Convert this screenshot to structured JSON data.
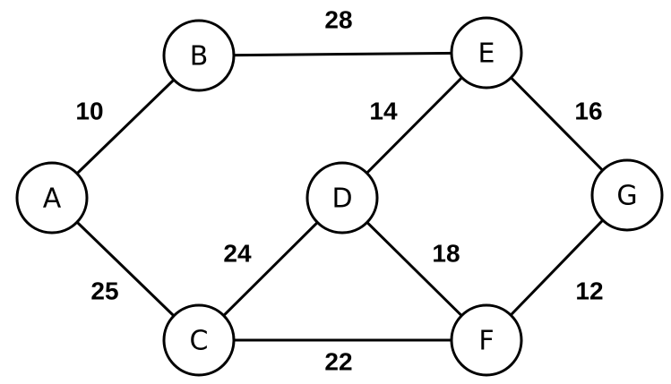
{
  "graph": {
    "nodes": [
      {
        "id": "A",
        "label": "A"
      },
      {
        "id": "B",
        "label": "B"
      },
      {
        "id": "C",
        "label": "C"
      },
      {
        "id": "D",
        "label": "D"
      },
      {
        "id": "E",
        "label": "E"
      },
      {
        "id": "F",
        "label": "F"
      },
      {
        "id": "G",
        "label": "G"
      }
    ],
    "edges": [
      {
        "from": "A",
        "to": "B",
        "weight": "10"
      },
      {
        "from": "A",
        "to": "C",
        "weight": "25"
      },
      {
        "from": "B",
        "to": "E",
        "weight": "28"
      },
      {
        "from": "C",
        "to": "D",
        "weight": "24"
      },
      {
        "from": "C",
        "to": "F",
        "weight": "22"
      },
      {
        "from": "D",
        "to": "E",
        "weight": "14"
      },
      {
        "from": "D",
        "to": "F",
        "weight": "18"
      },
      {
        "from": "E",
        "to": "G",
        "weight": "16"
      },
      {
        "from": "F",
        "to": "G",
        "weight": "12"
      }
    ]
  }
}
